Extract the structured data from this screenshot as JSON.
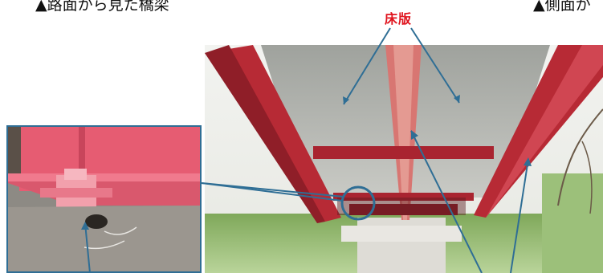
{
  "captions": {
    "left": "▲路面から見た橋梁",
    "right": "▲側面か"
  },
  "labels": {
    "deck": "床版"
  },
  "colors": {
    "girder": "#c8303b",
    "deck_label": "#e0141e",
    "callout_line": "#2f6e95"
  }
}
